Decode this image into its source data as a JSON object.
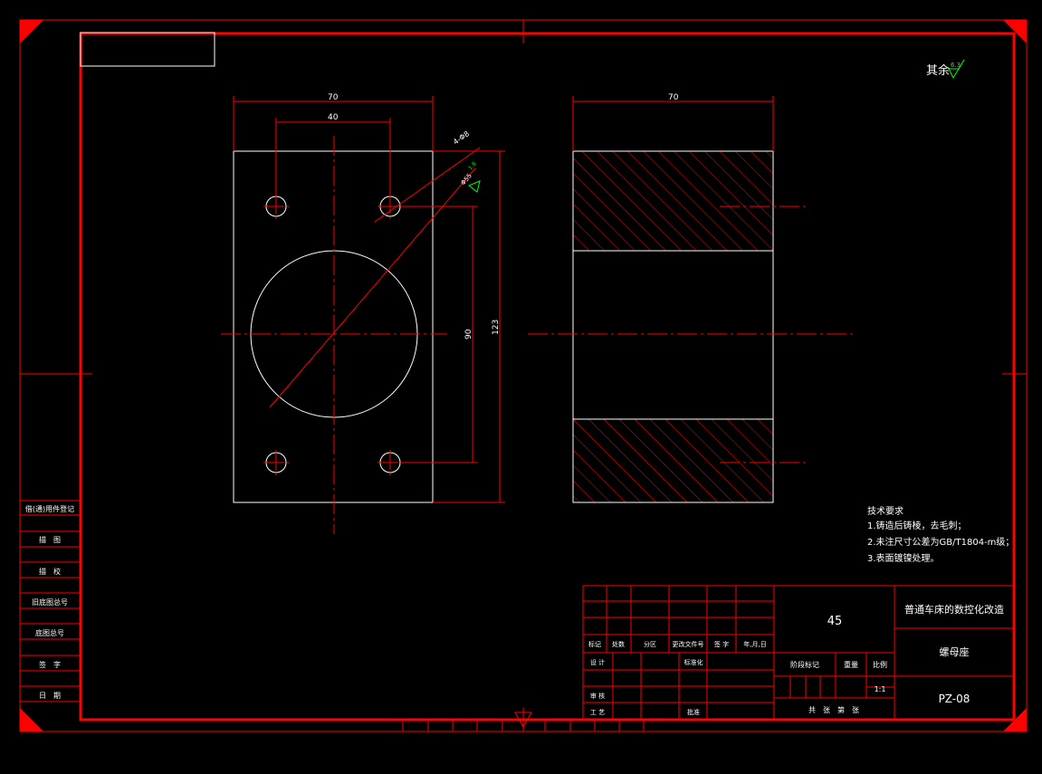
{
  "colors": {
    "background": "#000000",
    "border": "#ff0000",
    "outline": "#ffffff",
    "centerline": "#ff0000",
    "roughness_symbol": "#00ff00"
  },
  "surface_finish": {
    "label": "其余",
    "value": "6.3"
  },
  "front_view": {
    "dim_width": "70",
    "dim_hole_spacing": "40",
    "dim_hole_callout": "4-Φ8",
    "dim_bore_callout": "Φ55",
    "dim_bore_finish": "1.6",
    "dim_vertical_hole_spacing": "90",
    "dim_height": "123"
  },
  "side_view": {
    "dim_width": "70"
  },
  "tech_requirements": {
    "title": "技术要求",
    "lines": [
      "1.铸造后铸棱，去毛刺；",
      "2.未注尺寸公差为GB/T1804-m级；",
      "3.表面镀镍处理。"
    ]
  },
  "left_column": [
    "借(通)用件登记",
    "描　图",
    "描　校",
    "旧底图总号",
    "底图总号",
    "签　字",
    "日　期"
  ],
  "title_block": {
    "material": "45",
    "project": "普通车床的数控化改造",
    "part_name": "螺母座",
    "drawing_no": "PZ-08",
    "scale": "1:1",
    "headers": [
      "标记",
      "处数",
      "分区",
      "更改文件号",
      "签 字",
      "年,月,日"
    ],
    "stage_label": "阶段标记",
    "weight_label": "重量",
    "scale_label": "比例",
    "design": "设 计",
    "standard": "标准化",
    "review": "审 核",
    "process": "工 艺",
    "approve": "批准",
    "sheets": "共　张　第　张"
  }
}
